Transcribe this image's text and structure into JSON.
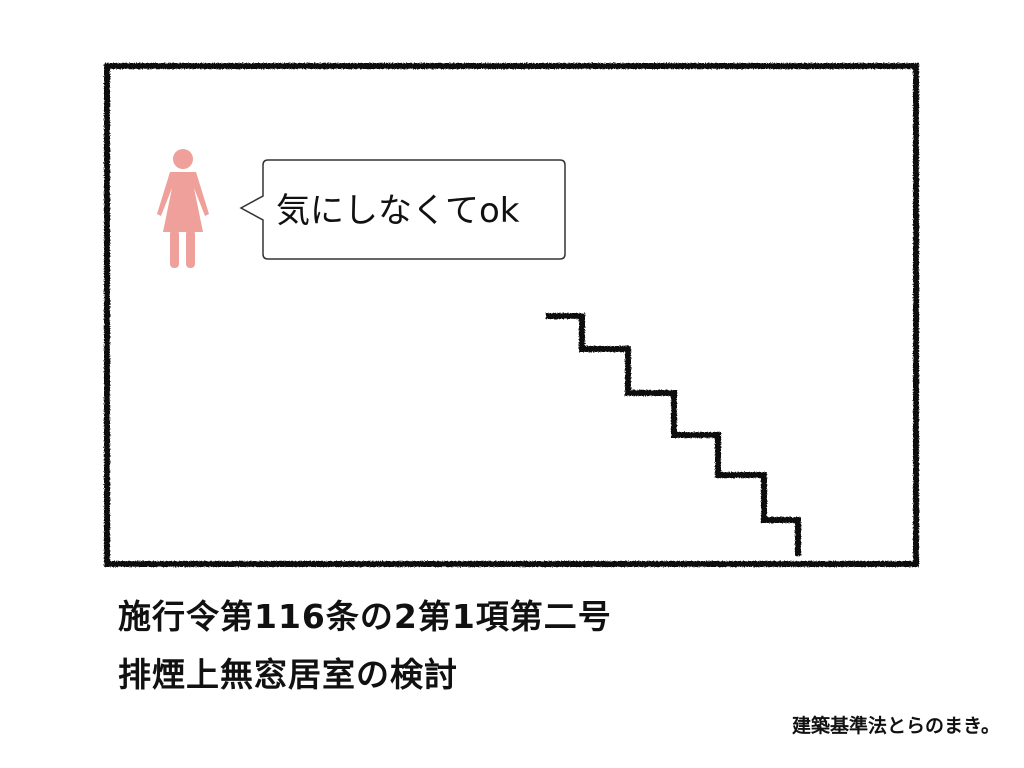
{
  "speech_bubble": {
    "text": "気にしなくてok"
  },
  "caption": {
    "line1": "施行令第116条の2第1項第二号",
    "line2": "排煙上無窓居室の検討"
  },
  "credit": "建築基準法とらのまき。",
  "person": {
    "icon": "woman-icon",
    "color": "#f0a09a"
  },
  "colors": {
    "stroke": "#111111",
    "background": "#ffffff"
  }
}
